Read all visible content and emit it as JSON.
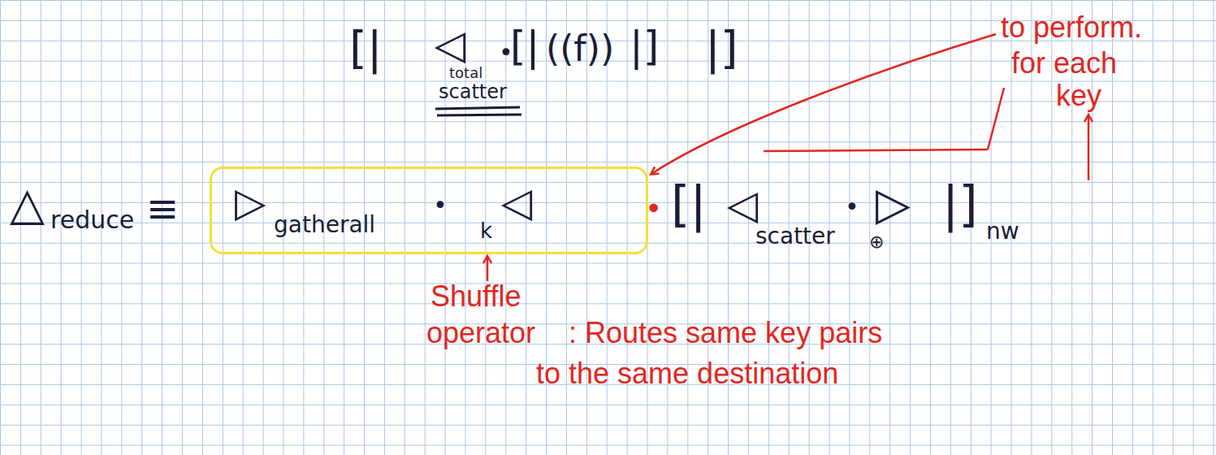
{
  "diagram": {
    "nodes": [
      {
        "text": [
          "▷",
          "gatherall",
          "•",
          "k",
          "◁"
        ]
      }
    ],
    "labels": [
      "[|",
      "◁",
      "total",
      "scatter",
      "•",
      "[|",
      "((f))",
      "|]",
      "|]",
      "△",
      "reduce",
      "≡",
      "•",
      "[|",
      "◁",
      "scatter",
      "•",
      "▷",
      "⊕",
      "|]",
      "nw",
      "to perform.",
      "for each",
      "key",
      "Shuffle",
      "operator",
      ": Routes same key pairs",
      "to the same destination"
    ]
  }
}
